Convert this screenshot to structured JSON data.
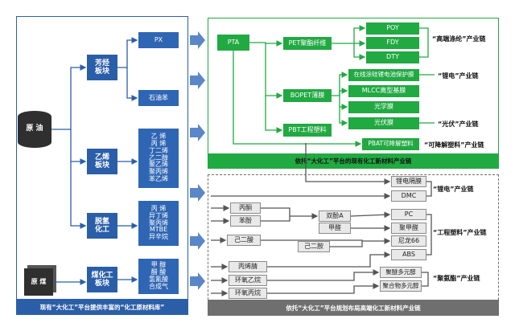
{
  "left_panel": {
    "footer": "现有“大化工”平台提供丰富的“化工原材料库”",
    "raw_materials": [
      "原 油",
      "原 煤"
    ],
    "blocks": [
      "芳烃板块",
      "乙烯板块",
      "脱氢化工",
      "煤化工板块"
    ],
    "products": {
      "aromatics": [
        "PX",
        "石油苯"
      ],
      "ethylene": [
        "乙 烯",
        "丙 烯",
        "丁二烯",
        "乙二醇",
        "聚乙烯",
        "聚丙烯",
        "苯乙烯"
      ],
      "dehydro": [
        "丙 烯",
        "异丁烯",
        "聚丙烯",
        "MTBE",
        "异辛烷"
      ],
      "coal": [
        "甲 醇",
        "醋 酸",
        "氢氰酸",
        "合成气"
      ]
    }
  },
  "top_right": {
    "footer": "依托“大化工”平台的现有化工新材料产业链",
    "nodes": {
      "pta": "PTA",
      "pet": "PET聚酯纤维",
      "bopet": "BOPET薄膜",
      "pbt": "PBT工程塑料",
      "poy": "POY",
      "fdy": "FDY",
      "dty": "DTY",
      "film1": "在线涂硅锂电池保护膜",
      "mlcc": "MLCC离型基膜",
      "optical": "光学膜",
      "pv": "光伏膜",
      "pbat": "PBAT可降解塑料"
    },
    "chain_labels": [
      "“高端涤纶”产业链",
      "“锂电”产业链",
      "“光伏”产业链",
      "“可降解塑料”产业链"
    ]
  },
  "bottom_right": {
    "footer": "依托“大化工”平台规划布局高端化工新材料产业链",
    "nodes": {
      "separator": "锂电隔膜",
      "dmc": "DMC",
      "acetone": "丙酮",
      "phenol": "苯酚",
      "bpa": "双酚A",
      "pc": "PC",
      "pom_monomer": "甲醛",
      "pom": "聚甲醛",
      "adipic": "己二酸",
      "hmda": "己二胺",
      "nylon66": "尼龙66",
      "abs": "ABS",
      "acrylonitrile": "丙烯腈",
      "eo": "环氧乙烷",
      "po": "环氧丙烷",
      "polyol1": "聚醚多元醇",
      "polyol2": "聚合物多元醇"
    },
    "chain_labels": [
      "“锂电”产业链",
      "“工程塑料”产业链",
      "“聚氨酯”产业链"
    ]
  },
  "colors": {
    "left_frame": "#2b5ea8",
    "blue_node": "#2f66b4",
    "top_frame": "#21a942",
    "green_node": "#21a942",
    "bottom_frame": "#6f6f6f",
    "grey_node": "#e9e9e9",
    "arrow": "#5b87c8"
  }
}
